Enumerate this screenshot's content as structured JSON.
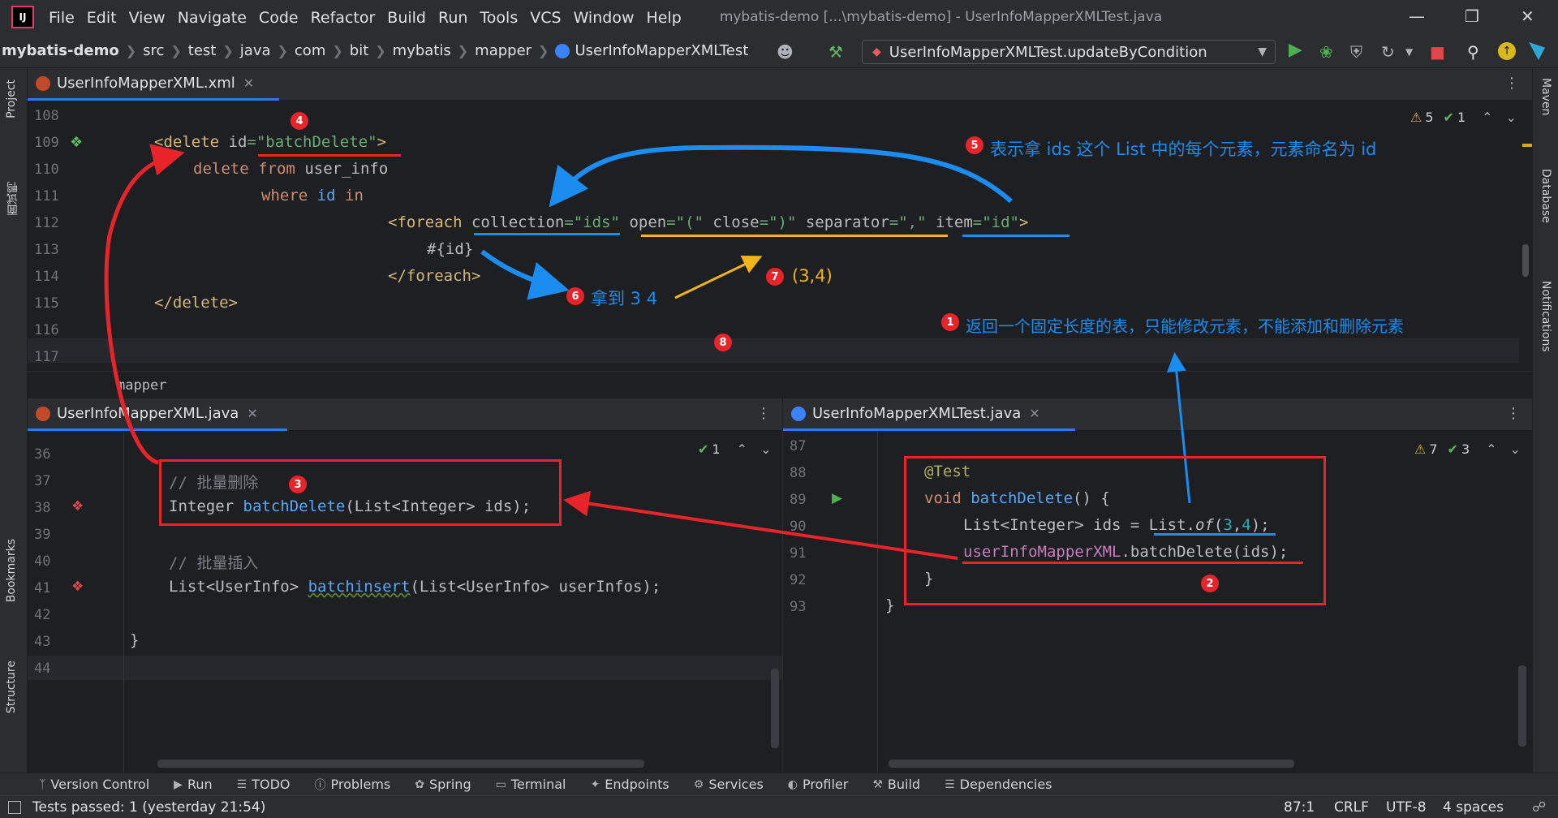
{
  "window": {
    "menu": [
      "File",
      "Edit",
      "View",
      "Navigate",
      "Code",
      "Refactor",
      "Build",
      "Run",
      "Tools",
      "VCS",
      "Window",
      "Help"
    ],
    "title": "mybatis-demo [...\\mybatis-demo] - UserInfoMapperXMLTest.java"
  },
  "breadcrumbs": [
    "mybatis-demo",
    "src",
    "test",
    "java",
    "com",
    "bit",
    "mybatis",
    "mapper",
    "UserInfoMapperXMLTest"
  ],
  "run_config": "UserInfoMapperXMLTest.updateByCondition",
  "side_left": {
    "project": "Project",
    "favorites": "面试鸭",
    "bookmarks": "Bookmarks",
    "structure": "Structure"
  },
  "side_right": {
    "maven": "Maven",
    "database": "Database",
    "notifications": "Notifications"
  },
  "top_editor": {
    "tab": "UserInfoMapperXML.xml",
    "warnings": "5",
    "checks": "1",
    "breadcrumb": "mapper",
    "line_numbers": [
      "108",
      "109",
      "110",
      "111",
      "112",
      "113",
      "114",
      "115",
      "116",
      "117"
    ],
    "lines": {
      "l109_open": "<delete ",
      "l109_attr": "id",
      "l109_eq": "=",
      "l109_val": "\"batchDelete\"",
      "l109_close": ">",
      "l110_kw1": "delete",
      "l110_kw2": "from",
      "l110_tbl": "user_info",
      "l111_kw1": "where",
      "l111_id": "id",
      "l111_kw2": "in",
      "l112_tag": "<foreach ",
      "l112_a1": "collection",
      "l112_v1": "=\"ids\"",
      "l112_a2": "open",
      "l112_v2": "=\"(\"",
      "l112_a3": "close",
      "l112_v3": "=\")\"",
      "l112_a4": "separator",
      "l112_v4": "=\",\"",
      "l112_a5": "item",
      "l112_v5": "=\"id\"",
      "l112_end": ">",
      "l113": "#{id}",
      "l114": "</foreach>",
      "l115": "</delete>"
    }
  },
  "left_editor": {
    "tab": "UserInfoMapperXML.java",
    "checks": "1",
    "line_numbers": [
      "36",
      "37",
      "38",
      "39",
      "40",
      "41",
      "42",
      "43",
      "44"
    ],
    "c37": "// 批量删除",
    "c38_type": "Integer ",
    "c38_fn": "batchDelete",
    "c38_rest": "(List<Integer> ids);",
    "c40": "// 批量插入",
    "c41_type": "List<UserInfo> ",
    "c41_fn": "batchinsert",
    "c41_rest": "(List<UserInfo> userInfos);",
    "c43": "}"
  },
  "right_editor": {
    "tab": "UserInfoMapperXMLTest.java",
    "warnings": "7",
    "checks": "3",
    "line_numbers": [
      "87",
      "88",
      "89",
      "90",
      "91",
      "92",
      "93"
    ],
    "c88": "@Test",
    "c89_kw": "void ",
    "c89_fn": "batchDelete",
    "c89_rest": "() {",
    "c90_type": "List<Integer> ids = ",
    "c90_list": "List.",
    "c90_of": "of",
    "c90_open": "(",
    "c90_n1": "3",
    "c90_comma": ",",
    "c90_n2": "4",
    "c90_close": ");",
    "c91_fld": "userInfoMapperXML",
    "c91_rest": ".batchDelete(ids);",
    "c92": "}",
    "c93": "}"
  },
  "annotations": {
    "b1": "1",
    "b2": "2",
    "b3": "3",
    "b4": "4",
    "b5": "5",
    "b6": "6",
    "b7": "7",
    "b8": "8",
    "n1": "返回一个固定长度的表，只能修改元素，不能添加和删除元素",
    "n5": "表示拿 ids 这个 List 中的每个元素，元素命名为 id",
    "n6": "拿到 3 4",
    "n7": "(3,4)"
  },
  "toolstrip": [
    "Version Control",
    "Run",
    "TODO",
    "Problems",
    "Spring",
    "Terminal",
    "Endpoints",
    "Services",
    "Profiler",
    "Build",
    "Dependencies"
  ],
  "status": {
    "text": "Tests passed: 1 (yesterday 21:54)",
    "position": "87:1",
    "line_sep": "CRLF",
    "encoding": "UTF-8",
    "indent": "4 spaces"
  },
  "colors": {
    "annotation_red": "#e8242b",
    "annotation_blue": "#1b8cf0",
    "annotation_yellow": "#f2b418"
  }
}
